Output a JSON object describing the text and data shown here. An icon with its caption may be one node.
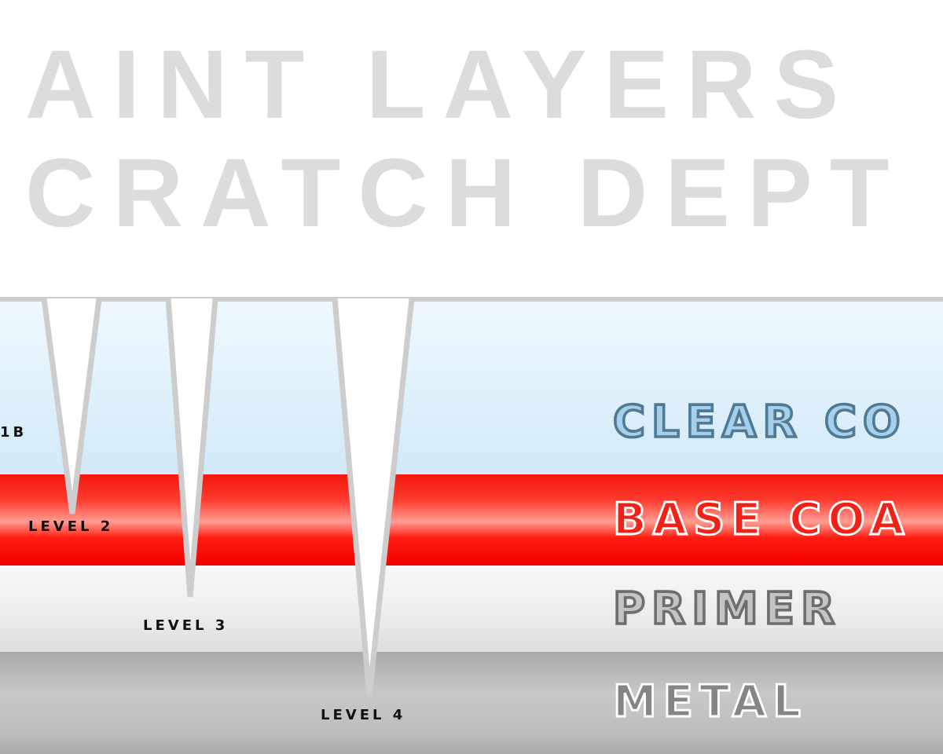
{
  "diagram": {
    "title": "AINT LAYERS CRATCH DEPT",
    "nodes": [
      {
        "text": [
          "CLEAR CO"
        ]
      },
      {
        "text": [
          "BASE COA"
        ]
      },
      {
        "text": [
          "PRIMER"
        ]
      },
      {
        "text": [
          "METAL"
        ]
      }
    ],
    "labels": [
      "1B",
      "LEVEL 2",
      "LEVEL 3",
      "LEVEL 4"
    ]
  }
}
